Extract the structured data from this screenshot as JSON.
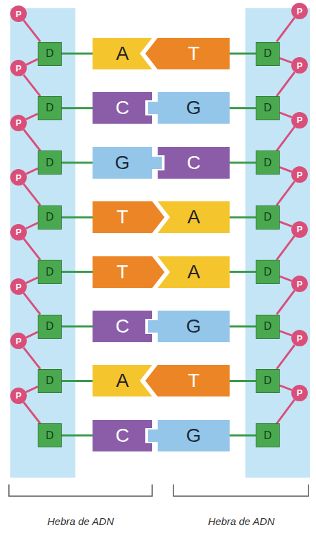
{
  "diagram": {
    "nodes": [
      {
        "text": [
          "P"
        ]
      },
      {
        "text": [
          "D"
        ]
      },
      {
        "text": [
          "A"
        ]
      },
      {
        "text": [
          "T"
        ]
      },
      {
        "text": [
          "D"
        ]
      },
      {
        "text": [
          "P"
        ]
      },
      {
        "text": [
          "P"
        ]
      },
      {
        "text": [
          "D"
        ]
      },
      {
        "text": [
          "C"
        ]
      },
      {
        "text": [
          "G"
        ]
      },
      {
        "text": [
          "D"
        ]
      },
      {
        "text": [
          "P"
        ]
      },
      {
        "text": [
          "P"
        ]
      },
      {
        "text": [
          "D"
        ]
      },
      {
        "text": [
          "G"
        ]
      },
      {
        "text": [
          "C"
        ]
      },
      {
        "text": [
          "D"
        ]
      },
      {
        "text": [
          "P"
        ]
      },
      {
        "text": [
          "P"
        ]
      },
      {
        "text": [
          "D"
        ]
      },
      {
        "text": [
          "T"
        ]
      },
      {
        "text": [
          "A"
        ]
      },
      {
        "text": [
          "D"
        ]
      },
      {
        "text": [
          "P"
        ]
      },
      {
        "text": [
          "P"
        ]
      },
      {
        "text": [
          "D"
        ]
      },
      {
        "text": [
          "T"
        ]
      },
      {
        "text": [
          "A"
        ]
      },
      {
        "text": [
          "D"
        ]
      },
      {
        "text": [
          "P"
        ]
      },
      {
        "text": [
          "P"
        ]
      },
      {
        "text": [
          "D"
        ]
      },
      {
        "text": [
          "C"
        ]
      },
      {
        "text": [
          "G"
        ]
      },
      {
        "text": [
          "D"
        ]
      },
      {
        "text": [
          "P"
        ]
      },
      {
        "text": [
          "P"
        ]
      },
      {
        "text": [
          "D"
        ]
      },
      {
        "text": [
          "A"
        ]
      },
      {
        "text": [
          "T"
        ]
      },
      {
        "text": [
          "D"
        ]
      },
      {
        "text": [
          "P"
        ]
      },
      {
        "text": [
          "P"
        ]
      },
      {
        "text": [
          "D"
        ]
      },
      {
        "text": [
          "C"
        ]
      },
      {
        "text": [
          "G"
        ]
      },
      {
        "text": [
          "D"
        ]
      },
      {
        "text": [
          "P"
        ]
      }
    ],
    "edges": [
      {
        "from": 0,
        "to": 1,
        "arrow": "none"
      },
      {
        "from": 1,
        "to": 2,
        "arrow": "none"
      },
      {
        "from": 3,
        "to": 4,
        "arrow": "none"
      },
      {
        "from": 5,
        "to": 4,
        "arrow": "none"
      },
      {
        "from": 1,
        "to": 6,
        "arrow": "none"
      },
      {
        "from": 4,
        "to": 11,
        "arrow": "none"
      },
      {
        "from": 6,
        "to": 7,
        "arrow": "none"
      },
      {
        "from": 7,
        "to": 8,
        "arrow": "none"
      },
      {
        "from": 9,
        "to": 10,
        "arrow": "none"
      },
      {
        "from": 11,
        "to": 10,
        "arrow": "none"
      },
      {
        "from": 7,
        "to": 12,
        "arrow": "none"
      },
      {
        "from": 10,
        "to": 17,
        "arrow": "none"
      },
      {
        "from": 12,
        "to": 13,
        "arrow": "none"
      },
      {
        "from": 13,
        "to": 14,
        "arrow": "none"
      },
      {
        "from": 15,
        "to": 16,
        "arrow": "none"
      },
      {
        "from": 17,
        "to": 16,
        "arrow": "none"
      },
      {
        "from": 13,
        "to": 18,
        "arrow": "none"
      },
      {
        "from": 16,
        "to": 23,
        "arrow": "none"
      },
      {
        "from": 18,
        "to": 19,
        "arrow": "none"
      },
      {
        "from": 19,
        "to": 20,
        "arrow": "none"
      },
      {
        "from": 21,
        "to": 22,
        "arrow": "none"
      },
      {
        "from": 23,
        "to": 22,
        "arrow": "none"
      },
      {
        "from": 19,
        "to": 24,
        "arrow": "none"
      },
      {
        "from": 22,
        "to": 29,
        "arrow": "none"
      },
      {
        "from": 24,
        "to": 25,
        "arrow": "none"
      },
      {
        "from": 25,
        "to": 26,
        "arrow": "none"
      },
      {
        "from": 27,
        "to": 28,
        "arrow": "none"
      },
      {
        "from": 29,
        "to": 28,
        "arrow": "none"
      },
      {
        "from": 25,
        "to": 30,
        "arrow": "none"
      },
      {
        "from": 28,
        "to": 35,
        "arrow": "none"
      },
      {
        "from": 30,
        "to": 31,
        "arrow": "none"
      },
      {
        "from": 31,
        "to": 32,
        "arrow": "none"
      },
      {
        "from": 33,
        "to": 34,
        "arrow": "none"
      },
      {
        "from": 35,
        "to": 34,
        "arrow": "none"
      },
      {
        "from": 31,
        "to": 36,
        "arrow": "none"
      },
      {
        "from": 34,
        "to": 41,
        "arrow": "none"
      },
      {
        "from": 36,
        "to": 37,
        "arrow": "none"
      },
      {
        "from": 37,
        "to": 38,
        "arrow": "none"
      },
      {
        "from": 39,
        "to": 40,
        "arrow": "none"
      },
      {
        "from": 41,
        "to": 40,
        "arrow": "none"
      },
      {
        "from": 37,
        "to": 42,
        "arrow": "none"
      },
      {
        "from": 40,
        "to": 47,
        "arrow": "none"
      },
      {
        "from": 42,
        "to": 43,
        "arrow": "none"
      },
      {
        "from": 43,
        "to": 44,
        "arrow": "none"
      },
      {
        "from": 45,
        "to": 46,
        "arrow": "none"
      },
      {
        "from": 47,
        "to": 46,
        "arrow": "none"
      }
    ],
    "labels": [
      "Hebra de ADN",
      "Hebra de ADN"
    ]
  }
}
